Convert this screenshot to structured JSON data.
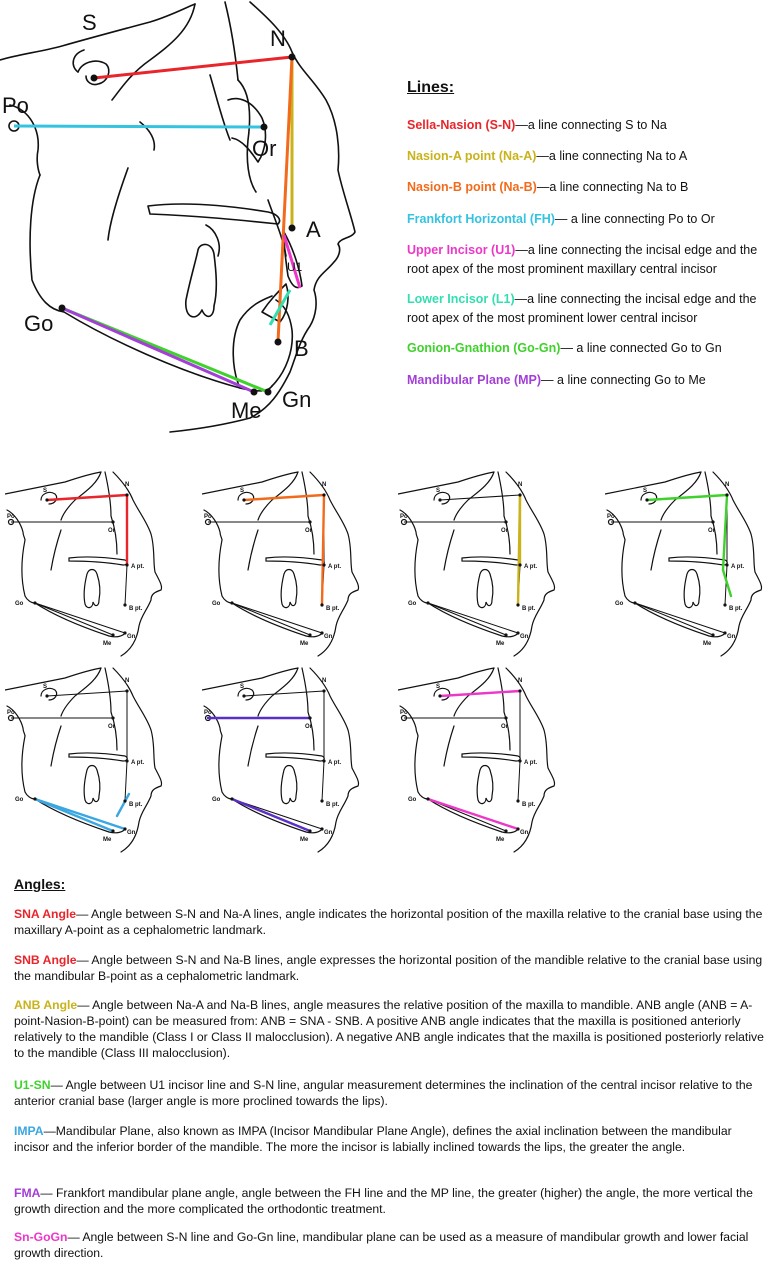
{
  "main_diagram": {
    "landmarks": {
      "S": "S",
      "N": "N",
      "Po": "Po",
      "Or": "Or",
      "A": "A",
      "U1": "U1",
      "Go": "Go",
      "B": "B",
      "Me": "Me",
      "Gn": "Gn"
    }
  },
  "lines_section": {
    "title": "Lines:",
    "items": [
      {
        "term": "Sella-Nasion (S-N)",
        "desc": "—a line connecting S to Na",
        "color": "#e8252a"
      },
      {
        "term": "Nasion-A point (Na-A)",
        "desc": "—a line connecting Na to A",
        "color": "#c9b21a"
      },
      {
        "term": "Nasion-B point (Na-B)",
        "desc": "—a line connecting Na to B",
        "color": "#f26b1d"
      },
      {
        "term": "Frankfort Horizontal (FH)",
        "desc": "— a line connecting Po to Or",
        "color": "#34c3e0"
      },
      {
        "term": "Upper Incisor (U1)",
        "desc": "—a line connecting the incisal edge and the root apex of the most prominent maxillary central incisor",
        "color": "#ec37c8"
      },
      {
        "term": "Lower Incisor (L1)",
        "desc": "—a line connecting the incisal edge and the root apex of the most prominent lower central incisor",
        "color": "#33dfb0"
      },
      {
        "term": "Gonion-Gnathion (Go-Gn)",
        "desc": "— a line connected Go to Gn",
        "color": "#3fd12c"
      },
      {
        "term": "Mandibular Plane (MP)",
        "desc": "— a line connecting Go to Me",
        "color": "#a33fd6"
      }
    ]
  },
  "mini_labels": {
    "S": "S",
    "N": "N",
    "Po": "Po",
    "Or": "Or",
    "Apt": "A pt.",
    "Bpt": "B pt.",
    "Go": "Go",
    "Gn": "Gn",
    "Me": "Me"
  },
  "mini_diagrams": [
    {
      "highlight": "sna",
      "color": "#e8252a"
    },
    {
      "highlight": "snb",
      "color": "#f26b1d"
    },
    {
      "highlight": "anb",
      "color": "#c9b21a"
    },
    {
      "highlight": "u1sn",
      "color": "#3fd12c"
    },
    {
      "highlight": "impa",
      "color": "#3aa7e0"
    },
    {
      "highlight": "fma",
      "color": "#5a2fc8"
    },
    {
      "highlight": "sngogn",
      "color": "#ec37c8"
    }
  ],
  "angles_section": {
    "title": "Angles:",
    "items": [
      {
        "term": "SNA Angle",
        "desc": "— Angle between S-N and Na-A lines, angle indicates the horizontal position of the maxilla relative to the cranial base using the maxillary A-point as a cephalometric landmark.",
        "color": "#e8252a"
      },
      {
        "term": "SNB Angle",
        "desc": "— Angle between S-N and Na-B lines, angle expresses the horizontal position of the mandible relative to the cranial base using the mandibular B-point as a cephalometric landmark.",
        "color": "#e8252a"
      },
      {
        "term": "ANB Angle",
        "desc": "— Angle between Na-A and Na-B lines, angle measures the relative position of the maxilla to mandible. ANB angle (ANB = A-point-Nasion-B-point) can be measured from: ANB = SNA - SNB. A positive ANB angle indicates that the maxilla is positioned anteriorly relatively to the mandible (Class I or Class II malocclusion). A negative ANB angle indicates that the maxilla is positioned posteriorly relative to the mandible (Class III malocclusion).",
        "color": "#c9b21a"
      },
      {
        "term": "U1-SN",
        "desc": "— Angle between U1 incisor line and S-N line, angular measurement determines the inclination of the central incisor relative to the anterior cranial base (larger angle is more proclined towards the lips).",
        "color": "#3fd12c"
      },
      {
        "term": "IMPA",
        "desc": "—Mandibular Plane, also known as IMPA (Incisor Mandibular Plane Angle), defines the axial inclination between the mandibular incisor and the inferior border of the mandible.  The more the incisor is labially inclined towards the lips, the greater the angle.",
        "color": "#3aa7e0"
      },
      {
        "term": "FMA",
        "desc": "— Frankfort mandibular plane angle, angle between the FH line and the MP line, the greater (higher) the angle, the more vertical the growth direction and the more complicated the orthodontic treatment.",
        "color": "#a33fd6"
      },
      {
        "term": "Sn-GoGn",
        "desc": "— Angle between S-N line and Go-Gn line, mandibular plane can be used as a measure of mandibular growth and lower facial growth direction.",
        "color": "#ec37c8"
      }
    ]
  }
}
